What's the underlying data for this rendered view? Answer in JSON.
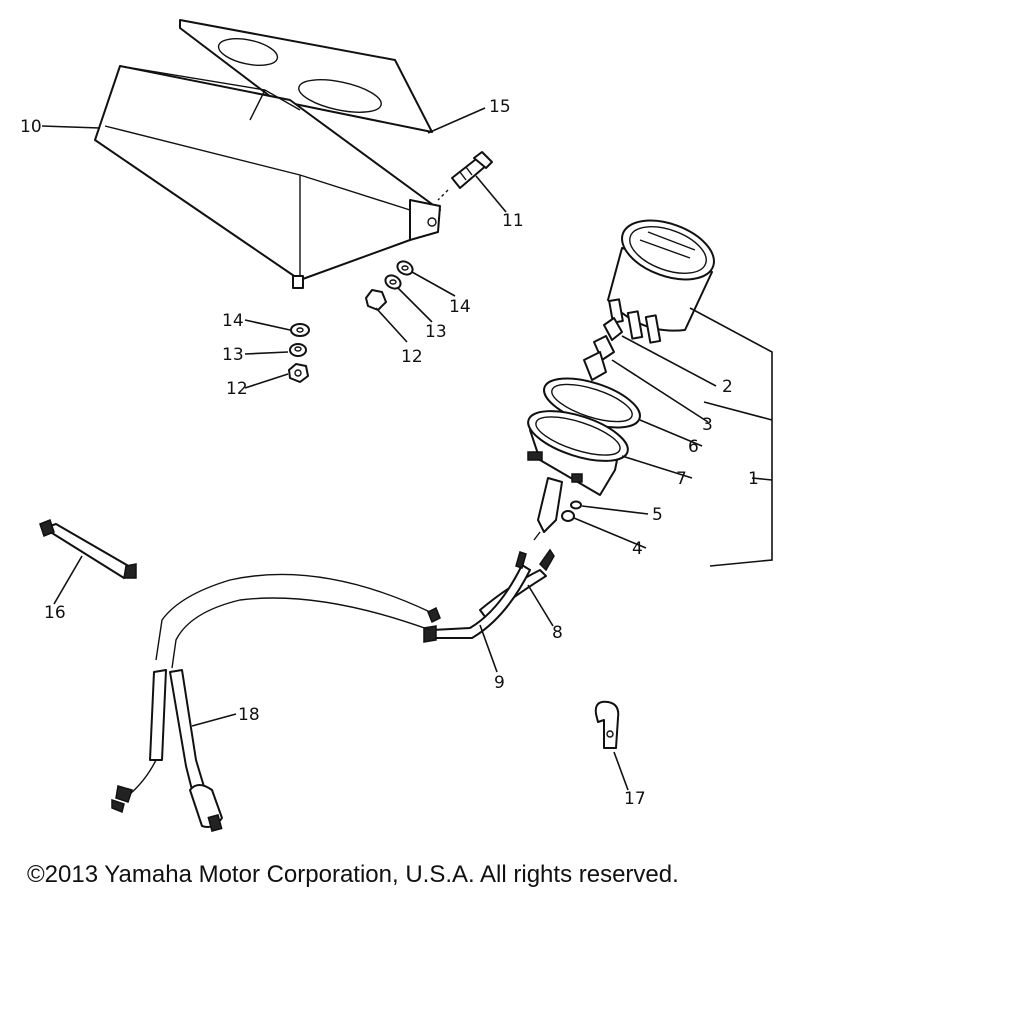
{
  "copyright": "©2013 Yamaha Motor Corporation, U.S.A. All rights reserved.",
  "callouts": {
    "c1": "1",
    "c2": "2",
    "c3": "3",
    "c4": "4",
    "c5": "5",
    "c6": "6",
    "c7": "7",
    "c8": "8",
    "c9": "9",
    "c10": "10",
    "c11": "11",
    "c12a": "12",
    "c12b": "12",
    "c13a": "13",
    "c13b": "13",
    "c14a": "14",
    "c14b": "14",
    "c15": "15",
    "c16": "16",
    "c17": "17",
    "c18": "18"
  }
}
